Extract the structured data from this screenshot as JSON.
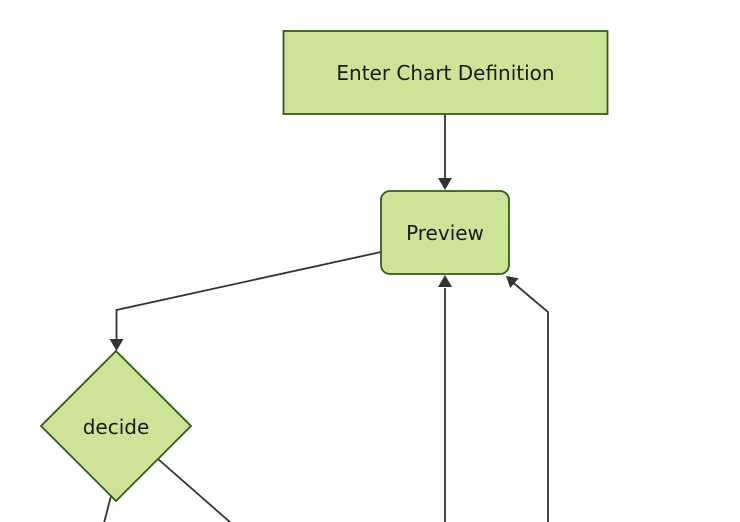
{
  "diagram": {
    "type": "flowchart",
    "orientation": "top-down",
    "nodes": [
      {
        "id": "enter-chart-definition",
        "label": "Enter Chart Definition",
        "shape": "rectangle"
      },
      {
        "id": "preview",
        "label": "Preview",
        "shape": "rounded-rectangle"
      },
      {
        "id": "decide",
        "label": "decide",
        "shape": "diamond"
      }
    ],
    "edges": [
      {
        "from": "enter-chart-definition",
        "to": "preview",
        "arrowhead": true
      },
      {
        "from": "preview",
        "to": "decide",
        "arrowhead": true
      },
      {
        "from": "decide",
        "to": "offscreen-bottom-left",
        "arrowhead": false
      },
      {
        "from": "decide",
        "to": "offscreen-bottom-right",
        "arrowhead": false
      },
      {
        "from": "offscreen-bottom-center",
        "to": "preview",
        "arrowhead": true
      },
      {
        "from": "offscreen-bottom-far",
        "to": "preview",
        "arrowhead": true
      }
    ]
  },
  "colors": {
    "background": "#ffffff",
    "node_fill": "#cde498",
    "node_stroke": "#2f5d18",
    "line_color": "#333333",
    "text_color": "#1a1a1a"
  }
}
